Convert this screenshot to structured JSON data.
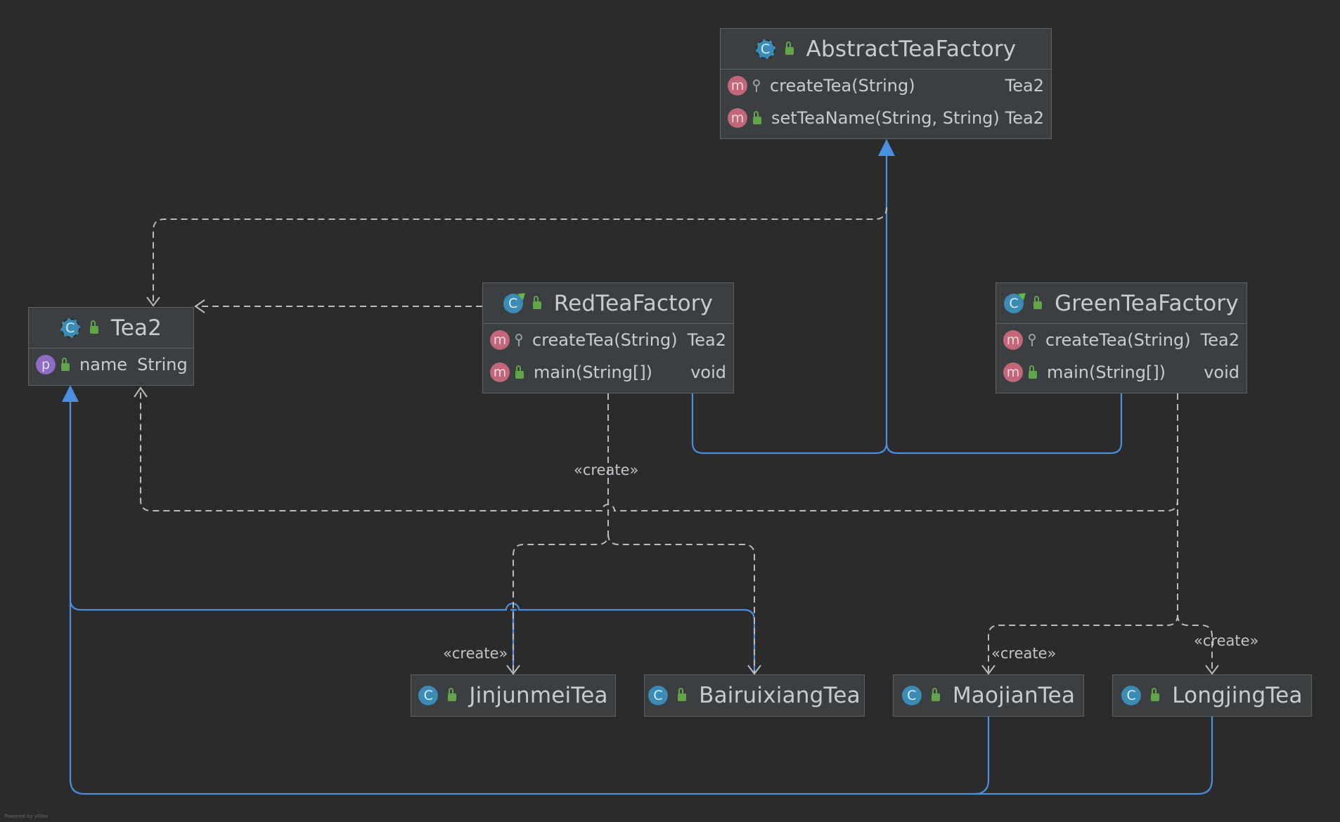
{
  "classes": {
    "abstract_factory": {
      "name": "AbstractTeaFactory",
      "methods": [
        {
          "name": "createTea(String)",
          "type": "Tea2"
        },
        {
          "name": "setTeaName(String, String)",
          "type": "Tea2"
        }
      ]
    },
    "tea2": {
      "name": "Tea2",
      "fields": [
        {
          "name": "name",
          "type": "String"
        }
      ]
    },
    "red_factory": {
      "name": "RedTeaFactory",
      "methods": [
        {
          "name": "createTea(String)",
          "type": "Tea2"
        },
        {
          "name": "main(String[])",
          "type": "void"
        }
      ]
    },
    "green_factory": {
      "name": "GreenTeaFactory",
      "methods": [
        {
          "name": "createTea(String)",
          "type": "Tea2"
        },
        {
          "name": "main(String[])",
          "type": "void"
        }
      ]
    },
    "jinjunmei": {
      "name": "JinjunmeiTea"
    },
    "bairuixiang": {
      "name": "BairuixiangTea"
    },
    "maojian": {
      "name": "MaojianTea"
    },
    "longjing": {
      "name": "LongjingTea"
    }
  },
  "edge_labels": {
    "create_red": "«create»",
    "create_jinjunmei": "«create»",
    "create_maojian": "«create»",
    "create_longjing": "«create»"
  },
  "icons": {
    "class": "C",
    "method": "m",
    "property": "p"
  },
  "colors": {
    "background": "#2b2b2b",
    "inheritance": "#4a8fe0",
    "dependency": "#b9bcbf",
    "node_fill": "#3c3f41"
  },
  "footer": "Powered by yFiles"
}
